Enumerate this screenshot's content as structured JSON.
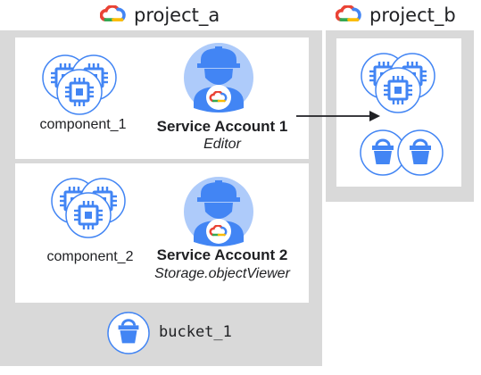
{
  "projects": {
    "a": {
      "name": "project_a"
    },
    "b": {
      "name": "project_b"
    }
  },
  "components": [
    {
      "label": "component_1"
    },
    {
      "label": "component_2"
    }
  ],
  "service_accounts": [
    {
      "name": "Service Account 1",
      "role": "Editor"
    },
    {
      "name": "Service Account 2",
      "role": "Storage.objectViewer"
    }
  ],
  "bucket": {
    "label": "bucket_1"
  },
  "icons": {
    "gcp_logo": "google-cloud-logo",
    "compute": "compute-engine-icon",
    "storage": "storage-bucket-icon",
    "account": "service-account-icon"
  },
  "colors": {
    "icon_blue": "#4285f4",
    "panel_gray": "#d9d9d9",
    "avatar_fill": "#aecbfa"
  }
}
